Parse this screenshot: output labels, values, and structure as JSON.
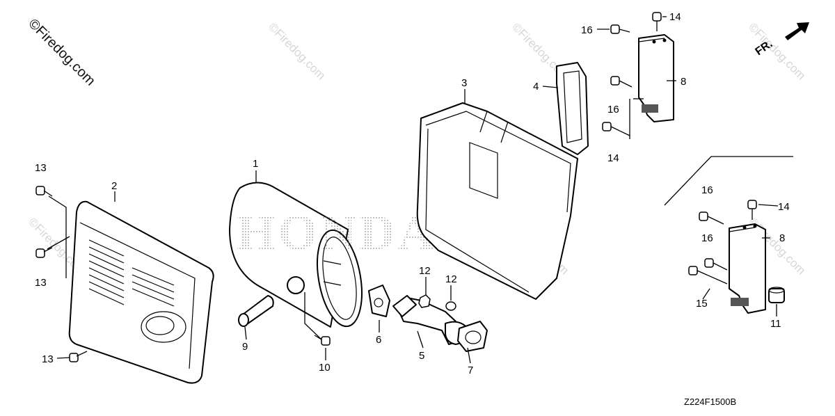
{
  "watermark": {
    "main_text": "©Firedog.com",
    "repeat_text": "©Firedog.com"
  },
  "brand_logo_text": "HONDA",
  "direction_indicator": "FR.",
  "diagram_code": "Z224F1500B",
  "callouts": [
    "1",
    "2",
    "3",
    "4",
    "5",
    "6",
    "7",
    "8",
    "9",
    "10",
    "11",
    "12",
    "13",
    "14",
    "15",
    "16"
  ],
  "labels": {
    "p1": "1",
    "p2": "2",
    "p3": "3",
    "p4": "4",
    "p5": "5",
    "p6": "6",
    "p7": "7",
    "p8a": "8",
    "p8b": "8",
    "p9": "9",
    "p10": "10",
    "p11": "11",
    "p12a": "12",
    "p12b": "12",
    "p13a": "13",
    "p13b": "13",
    "p13c": "13",
    "p14a": "14",
    "p14b": "14",
    "p14c": "14",
    "p15": "15",
    "p16a": "16",
    "p16b": "16",
    "p16c": "16",
    "p16d": "16"
  }
}
